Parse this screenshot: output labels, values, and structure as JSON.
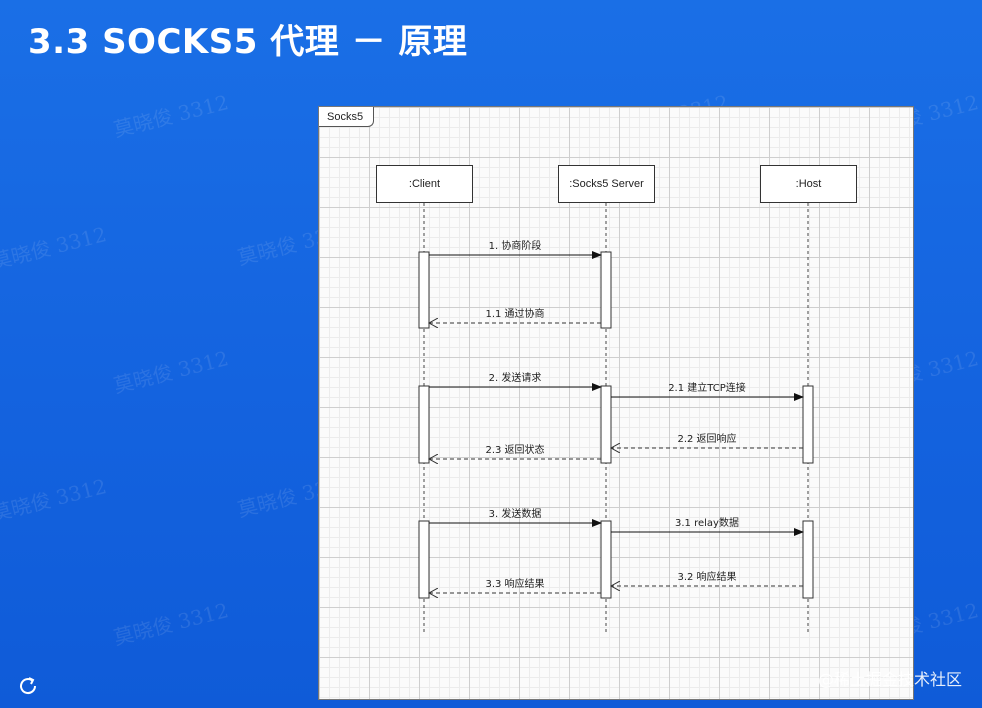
{
  "title": "3.3 SOCKS5 代理 － 原理",
  "watermark_text": "莫晓俊 3312",
  "diagram": {
    "frame_label": "Socks5",
    "participants": [
      ":Client",
      ":Socks5 Server",
      ":Host"
    ],
    "messages": [
      {
        "label": "1. 协商阶段",
        "from": ":Client",
        "to": ":Socks5 Server",
        "style": "solid"
      },
      {
        "label": "1.1 通过协商",
        "from": ":Socks5 Server",
        "to": ":Client",
        "style": "dashed"
      },
      {
        "label": "2. 发送请求",
        "from": ":Client",
        "to": ":Socks5 Server",
        "style": "solid"
      },
      {
        "label": "2.1 建立TCP连接",
        "from": ":Socks5 Server",
        "to": ":Host",
        "style": "solid"
      },
      {
        "label": "2.2 返回响应",
        "from": ":Host",
        "to": ":Socks5 Server",
        "style": "dashed"
      },
      {
        "label": "2.3 返回状态",
        "from": ":Socks5 Server",
        "to": ":Client",
        "style": "dashed"
      },
      {
        "label": "3. 发送数据",
        "from": ":Client",
        "to": ":Socks5 Server",
        "style": "solid"
      },
      {
        "label": "3.1 relay数据",
        "from": ":Socks5 Server",
        "to": ":Host",
        "style": "solid"
      },
      {
        "label": "3.2 响应结果",
        "from": ":Host",
        "to": ":Socks5 Server",
        "style": "dashed"
      },
      {
        "label": "3.3 响应结果",
        "from": ":Socks5 Server",
        "to": ":Client",
        "style": "dashed"
      }
    ]
  },
  "footer": {
    "brand": "@稀土掘金技术社区",
    "refresh_icon": "refresh-icon"
  }
}
